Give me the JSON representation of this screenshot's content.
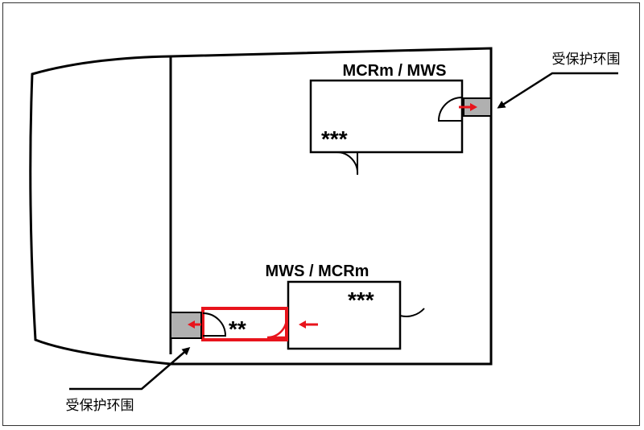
{
  "labels": {
    "room_top": "MCRm / MWS",
    "room_bottom": "MWS / MCRm",
    "stars_top": "***",
    "stars_bottom": "***",
    "stars_lobby": "**",
    "protected_top": "受保护环围",
    "protected_bottom": "受保护环围"
  },
  "colors": {
    "line": "#000000",
    "highlight": "#e8141c",
    "arrow": "#e8141c",
    "threshold": "#b0b0b0"
  },
  "icons": [
    "door-swing-icon",
    "direction-arrow-icon",
    "pointer-arrow-icon"
  ]
}
